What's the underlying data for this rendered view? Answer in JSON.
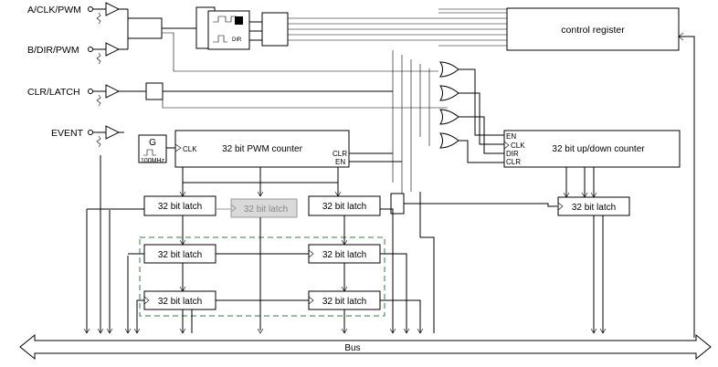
{
  "inputs": {
    "a_clk_pwm": "A/CLK/PWM",
    "b_dir_pwm": "B/DIR/PWM",
    "clr_latch": "CLR/LATCH",
    "event": "EVENT"
  },
  "control_register": {
    "label": "control register"
  },
  "clock": {
    "letter": "G",
    "freq": "100MHz",
    "clk_pin": "CLK"
  },
  "pwm_counter": {
    "label": "32 bit PWM counter",
    "clr_pin": "CLR",
    "en_pin": "EN"
  },
  "updown_counter": {
    "label": "32 bit up/down counter",
    "pins": {
      "en": "EN",
      "clk": "CLK",
      "dir": "DIR",
      "clr": "CLR"
    }
  },
  "mode_block": {
    "dir_label": "DIR"
  },
  "latch_label": "32 bit latch",
  "bus": {
    "label": "Bus"
  },
  "colors": {
    "line": "#000000",
    "disabled": "#999999",
    "dash_frame": "#2f7d3c",
    "disabled_fill": "#d9d9d9"
  }
}
